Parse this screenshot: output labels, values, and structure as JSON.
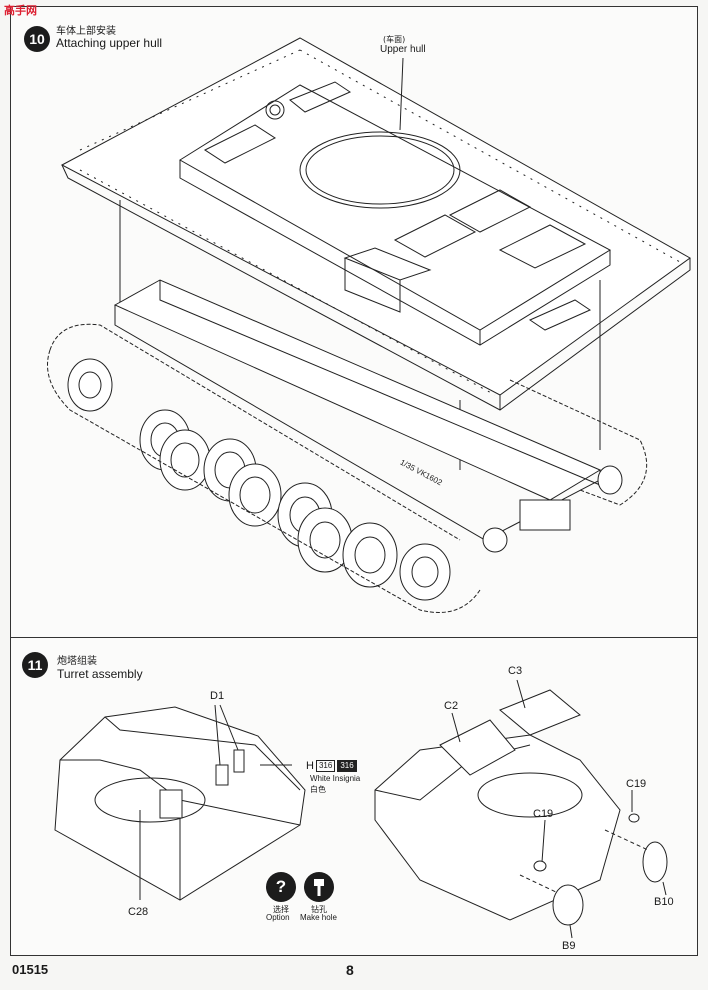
{
  "watermark": "高手网",
  "step10": {
    "number": "10",
    "title_cn": "车体上部安装",
    "title_en": "Attaching upper hull",
    "upper_hull_cn": "(车面)",
    "upper_hull_en": "Upper hull",
    "hull_marking": "1/35 VK1602"
  },
  "step11": {
    "number": "11",
    "title_cn": "炮塔组装",
    "title_en": "Turret assembly",
    "parts": {
      "d1": "D1",
      "c28": "C28",
      "c2": "C2",
      "c3": "C3",
      "c19a": "C19",
      "c19b": "C19",
      "b10": "B10",
      "b9": "B9"
    },
    "decal": {
      "sheet": "H",
      "num_a": "316",
      "num_b": "316",
      "name_en": "White Insignia",
      "name_cn": "白色"
    },
    "icons": {
      "option_cn": "选择",
      "option_en": "Option",
      "option_glyph": "?",
      "makehole_cn": "钻孔",
      "makehole_en": "Make hole"
    }
  },
  "footer": {
    "code": "01515",
    "page": "8"
  }
}
